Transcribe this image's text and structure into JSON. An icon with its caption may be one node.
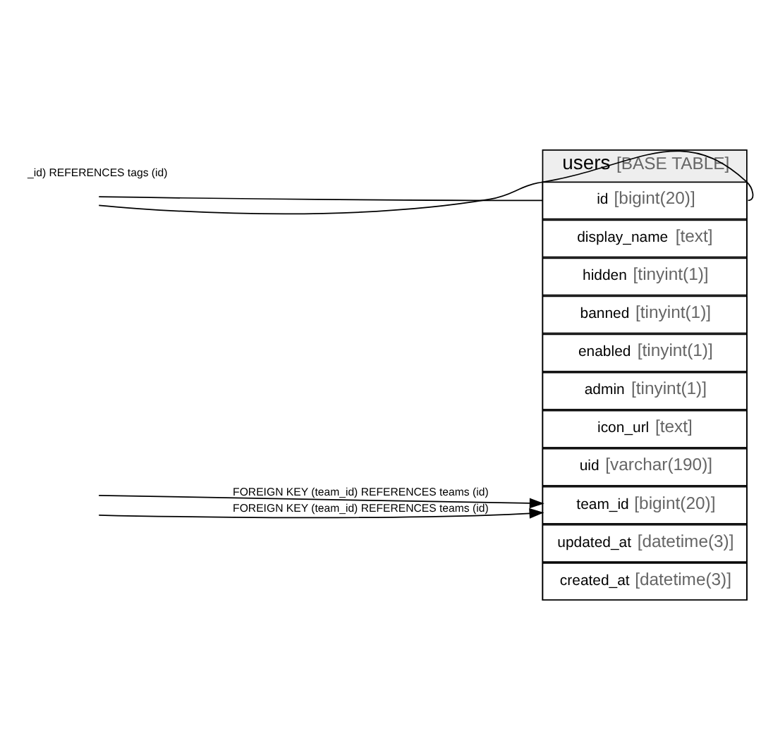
{
  "diagram": {
    "nodes": [
      {
        "text": [
          "users",
          "[BASE TABLE]"
        ]
      },
      {
        "text": [
          "id",
          "[bigint(20)]"
        ],
        "in": 0
      },
      {
        "text": [
          "display_name",
          "[text]"
        ],
        "in": 0
      },
      {
        "text": [
          "hidden",
          "[tinyint(1)]"
        ],
        "in": 0
      },
      {
        "text": [
          "banned",
          "[tinyint(1)]"
        ],
        "in": 0
      },
      {
        "text": [
          "enabled",
          "[tinyint(1)]"
        ],
        "in": 0
      },
      {
        "text": [
          "admin",
          "[tinyint(1)]"
        ],
        "in": 0
      },
      {
        "text": [
          "icon_url",
          "[text]"
        ],
        "in": 0
      },
      {
        "text": [
          "uid",
          "[varchar(190)]"
        ],
        "in": 0
      },
      {
        "text": [
          "team_id",
          "[bigint(20)]"
        ],
        "in": 0
      },
      {
        "text": [
          "updated_at",
          "[datetime(3)]"
        ],
        "in": 0
      },
      {
        "text": [
          "created_at",
          "[datetime(3)]"
        ],
        "in": 0
      }
    ],
    "edges": [
      {
        "from": null,
        "to": 1,
        "arrow": "none"
      },
      {
        "from": null,
        "to": 1,
        "arrow": "none"
      },
      {
        "from": null,
        "to": 9,
        "arrow": "to",
        "label": "FOREIGN KEY (team_id) REFERENCES teams (id)"
      },
      {
        "from": null,
        "to": 9,
        "arrow": "to",
        "label": "FOREIGN KEY (team_id) REFERENCES teams (id)"
      }
    ],
    "labels": [
      "_id) REFERENCES tags (id)"
    ]
  }
}
